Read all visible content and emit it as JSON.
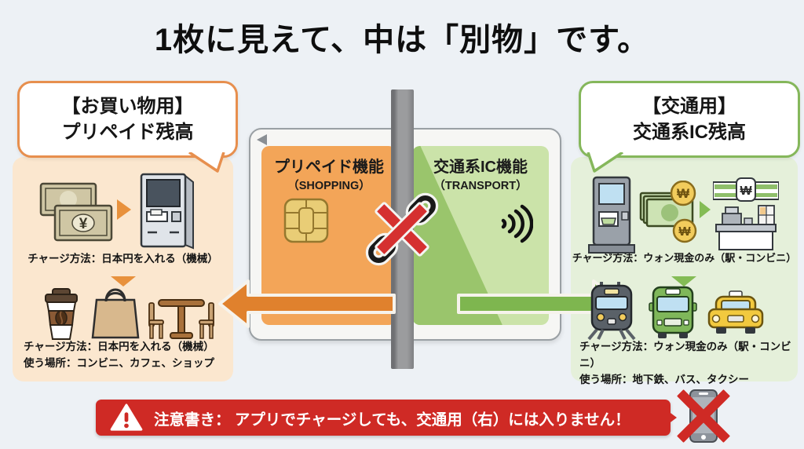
{
  "title": "1枚に見えて、中は「別物」です。",
  "bubbles": {
    "left": {
      "line1": "【お買い物用】",
      "line2": "プリペイド残高"
    },
    "right": {
      "line1": "【交通用】",
      "line2": "交通系IC残高"
    }
  },
  "card": {
    "shopping": {
      "title": "プリペイド機能",
      "subtitle": "（SHOPPING）"
    },
    "transport": {
      "title": "交通系IC機能",
      "subtitle": "（TRANSPORT）"
    }
  },
  "panels": {
    "shopping": {
      "row1_caption": "チャージ方法：日本円を入れる（機械）",
      "row2_caption_line1": "チャージ方法：日本円を入れる（機械）",
      "row2_caption_line2": "使う場所：コンビニ、カフェ、ショップ"
    },
    "transport": {
      "row1_caption": "チャージ方法：ウォン現金のみ（駅・コンビニ）",
      "row2_caption_line1": "チャージ方法：ウォン現金のみ（駅・コンビニ）",
      "row2_caption_line2": "使う場所：地下鉄、バス、タクシー"
    }
  },
  "notice": {
    "label": "注意書き： アプリでチャージしても、交通用（右）には入りません！"
  },
  "symbols": {
    "yen": "¥",
    "won": "₩"
  },
  "icons": {
    "shopping_row1": [
      "yen-banknotes-icon",
      "kiosk-machine-icon"
    ],
    "shopping_row2": [
      "coffee-cup-icon",
      "shopping-bag-icon",
      "cafe-table-icon"
    ],
    "transport_row1": [
      "ticket-machine-icon",
      "won-cash-icon",
      "store-counter-icon"
    ],
    "transport_row2": [
      "train-icon",
      "bus-icon",
      "taxi-icon"
    ],
    "card": [
      "card-chip-icon",
      "contactless-icon",
      "broken-chain-icon"
    ],
    "notice": [
      "warning-triangle-icon",
      "crossed-phone-icon"
    ]
  },
  "colors": {
    "background": "#EDF1F5",
    "orange_accent": "#E0812D",
    "orange_section": "#F3A558",
    "orange_panel": "#FBE7CF",
    "orange_border": "#E78F4E",
    "green_accent": "#7EB64F",
    "green_section_dark": "#9AC56C",
    "green_section_light": "#CBE3A9",
    "green_panel": "#E5F0DA",
    "green_border": "#85B75B",
    "alert_red": "#CF2A25",
    "divider_gray": "#8E8F92"
  }
}
